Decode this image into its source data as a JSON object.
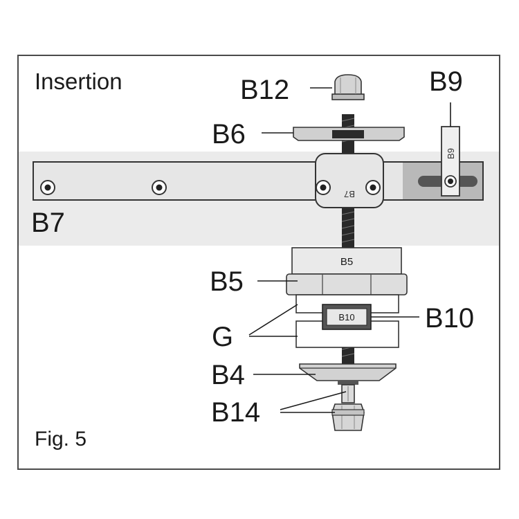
{
  "figure": {
    "title": "Insertion",
    "caption": "Fig. 5",
    "labels": {
      "b12": "B12",
      "b6": "B6",
      "b9": "B9",
      "b7": "B7",
      "b5": "B5",
      "b10": "B10",
      "g": "G",
      "b4": "B4",
      "b14": "B14"
    },
    "part_markings": {
      "b9_tag": "B9",
      "b7_tag": "B7",
      "b5_tag": "B5",
      "b10_tag": "B10"
    },
    "colors": {
      "frame": "#4a4a4a",
      "band": "#ebebeb",
      "part_fill": "#e6e6e6",
      "part_dark": "#b9b9b9",
      "thread": "#2a2a2a"
    }
  }
}
